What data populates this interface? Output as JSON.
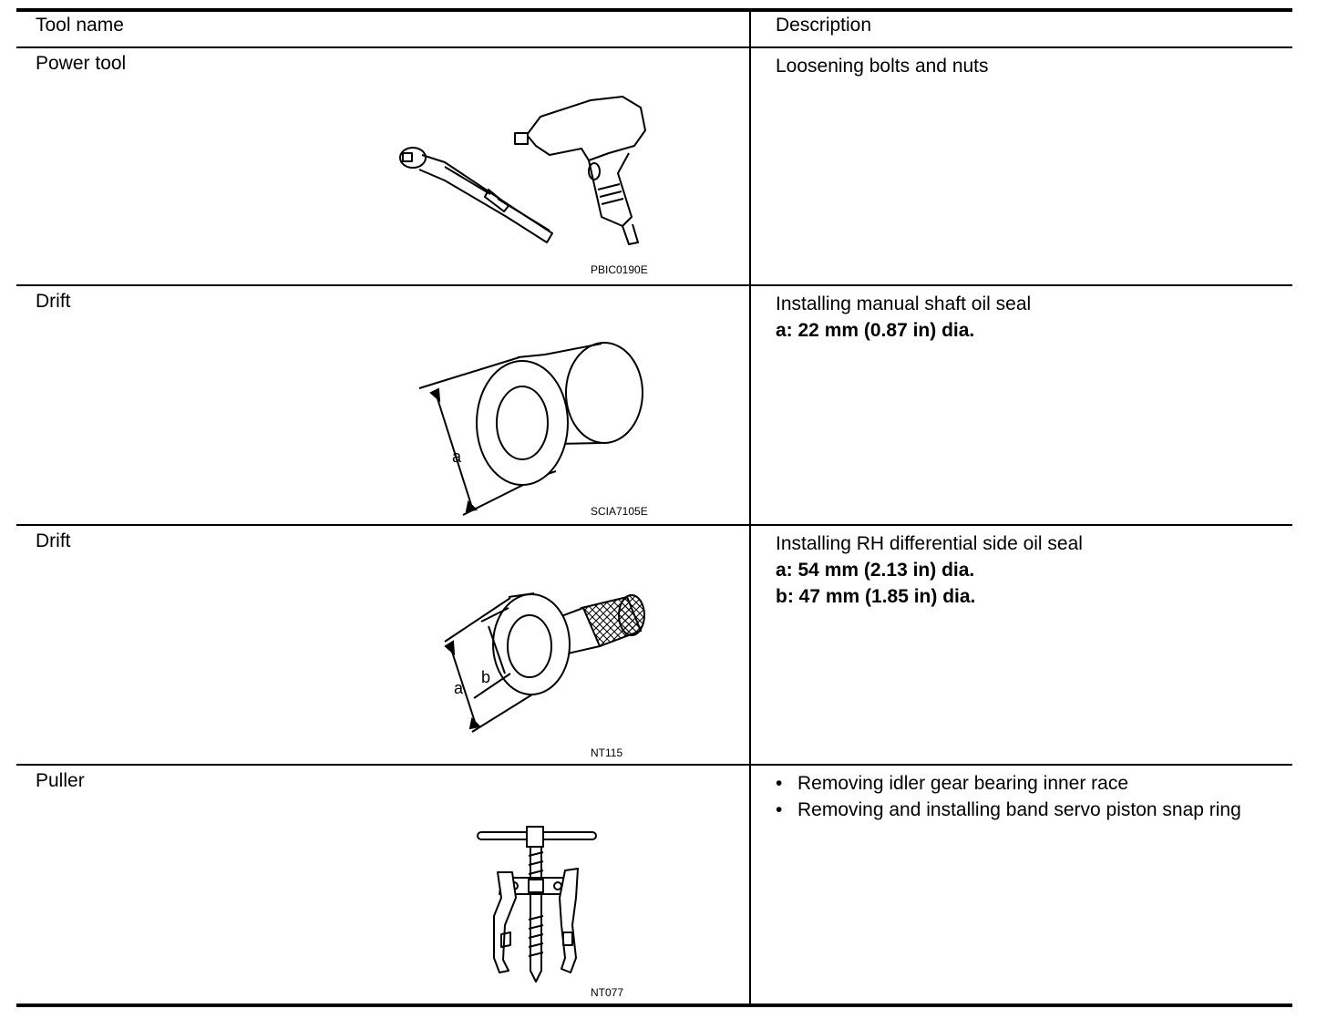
{
  "headers": {
    "tool_name": "Tool name",
    "description": "Description"
  },
  "rows": [
    {
      "name": "Power tool",
      "desc_plain": "Loosening bolts and nuts",
      "figure_code": "PBIC0190E"
    },
    {
      "name": "Drift",
      "desc_plain": "Installing manual shaft oil seal",
      "desc_bold": [
        "a: 22 mm (0.87 in) dia."
      ],
      "figure_code": "SCIA7105E",
      "figure_labels": [
        "a"
      ]
    },
    {
      "name": "Drift",
      "desc_plain": "Installing RH differential side oil seal",
      "desc_bold": [
        "a: 54 mm (2.13 in) dia.",
        "b: 47 mm (1.85 in) dia."
      ],
      "figure_code": "NT115",
      "figure_labels": [
        "a",
        "b"
      ]
    },
    {
      "name": "Puller",
      "desc_bullets": [
        "Removing idler gear bearing inner race",
        "Removing and installing band servo piston snap ring"
      ],
      "bullet_glyph": "•",
      "figure_code": "NT077"
    }
  ]
}
